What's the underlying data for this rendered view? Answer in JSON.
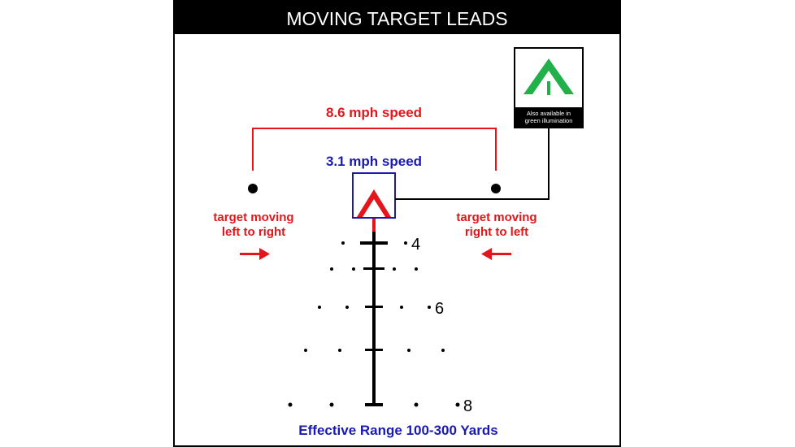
{
  "title": "MOVING TARGET LEADS",
  "leads": {
    "fast_speed": "8.6 mph speed",
    "slow_speed": "3.1 mph speed",
    "left_line1": "target moving",
    "left_line2": "left to right",
    "right_line1": "target moving",
    "right_line2": "right to left"
  },
  "inset": {
    "line1": "Also available in",
    "line2": "green illumination"
  },
  "reticle": {
    "range_labels": [
      "4",
      "6",
      "8"
    ]
  },
  "range_caption": "Effective Range 100-300 Yards",
  "colors": {
    "red": "#e4161b",
    "blue": "#1a1ab2",
    "green": "#22b04b",
    "black": "#000000"
  },
  "icons": [
    "right-arrow-icon",
    "left-arrow-icon",
    "chevron-reticle-icon",
    "green-chevron-icon"
  ]
}
